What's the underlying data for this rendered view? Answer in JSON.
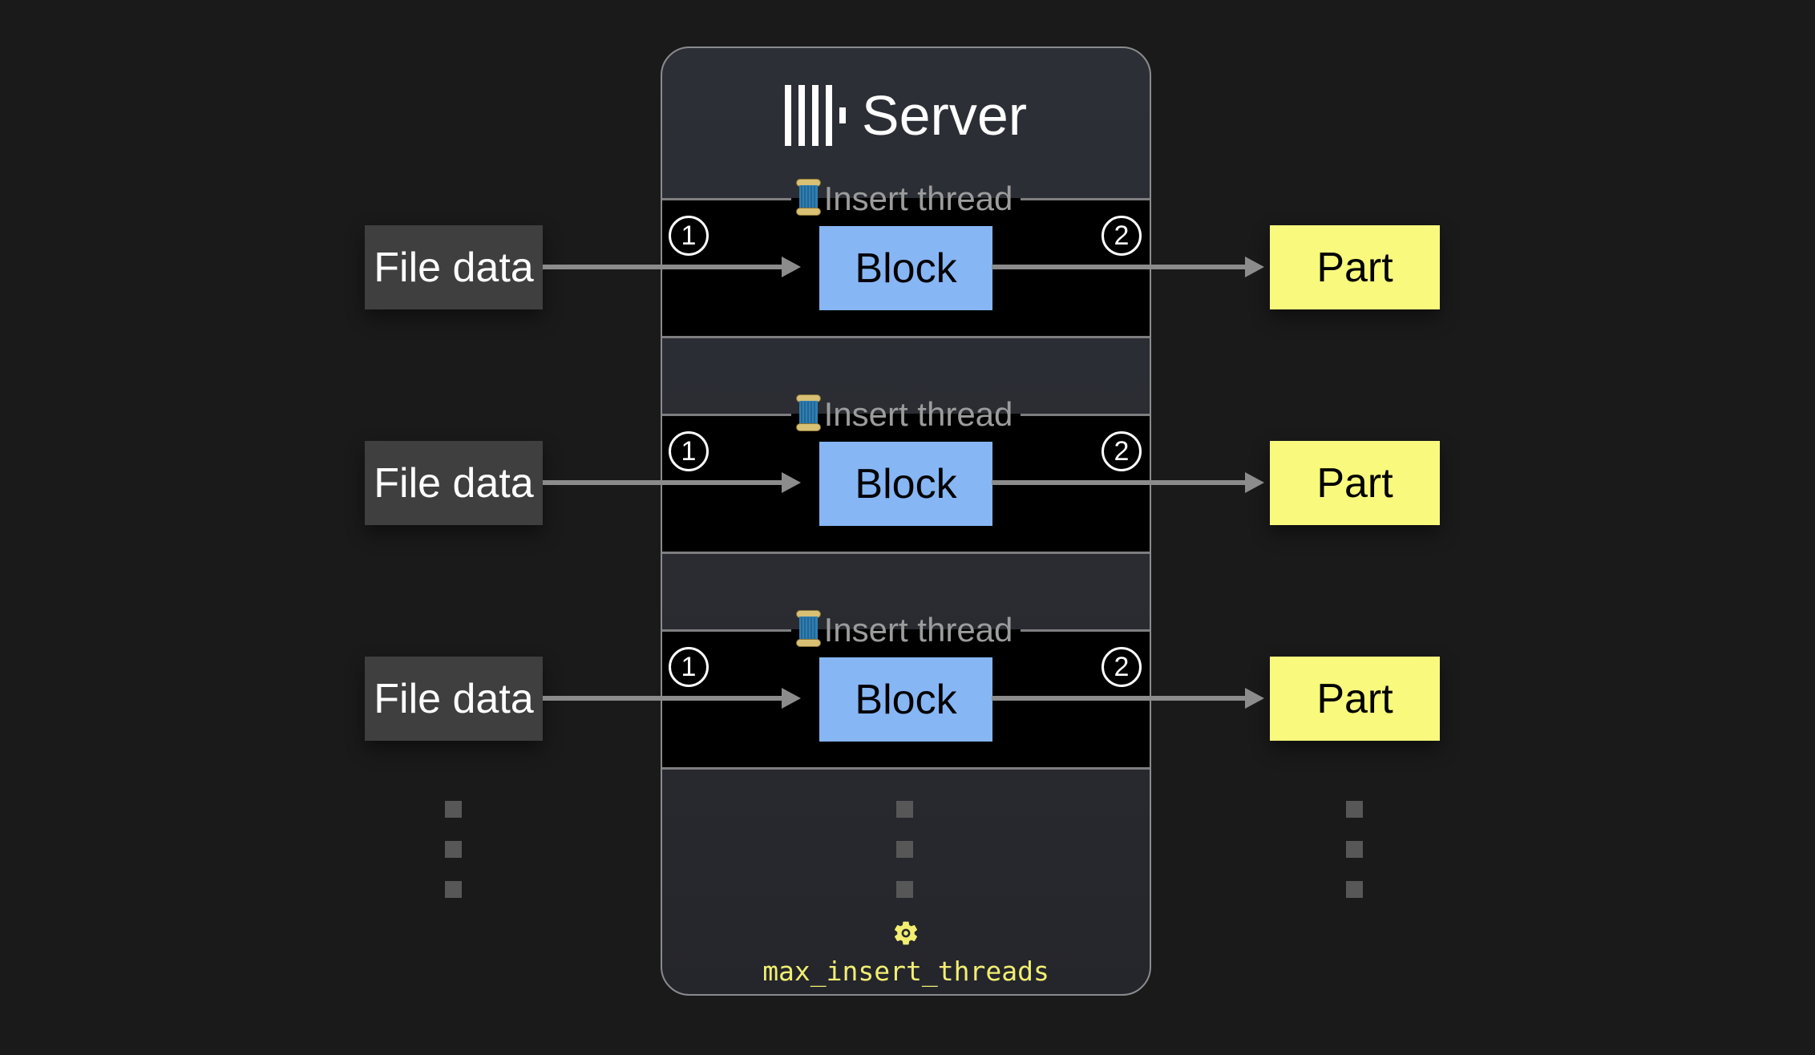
{
  "server": {
    "title": "Server",
    "logo": "clickhouse-logo"
  },
  "rows": [
    {
      "input": "File data",
      "thread_label": "Insert thread",
      "step1": "1",
      "block": "Block",
      "step2": "2",
      "output": "Part"
    },
    {
      "input": "File data",
      "thread_label": "Insert thread",
      "step1": "1",
      "block": "Block",
      "step2": "2",
      "output": "Part"
    },
    {
      "input": "File data",
      "thread_label": "Insert thread",
      "step1": "1",
      "block": "Block",
      "step2": "2",
      "output": "Part"
    }
  ],
  "setting": {
    "name": "max_insert_threads",
    "icon": "gear-icon"
  },
  "icons": {
    "thread": "thread-spool-icon",
    "logo": "clickhouse-logo-icon"
  },
  "colors": {
    "background": "#1a1a1a",
    "server_bg": "#2b2d33",
    "server_border": "#8a8b8e",
    "panel_bg": "#000000",
    "panel_border": "#7e7e80",
    "input_box": "#3f3f3f",
    "block_box": "#87b6f4",
    "part_box": "#f8f97d",
    "arrow": "#8c8c8c",
    "legend_text": "#9c9c9d",
    "accent_yellow": "#f1ee72",
    "title_text": "#ffffff"
  }
}
